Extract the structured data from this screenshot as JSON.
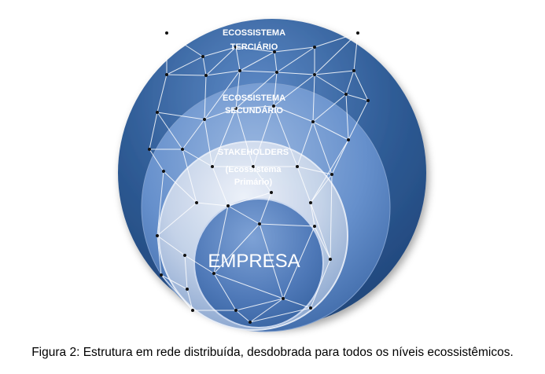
{
  "diagram": {
    "tertiary_line1": "ECOSSISTEMA",
    "tertiary_line2": "TERCIÁRIO",
    "secondary_line1": "ECOSSISTEMA",
    "secondary_line2": "SECUNDÁRIO",
    "stakeholders_line1": "STAKEHOLDERS",
    "stakeholders_line2": "(Ecossistema",
    "stakeholders_line3": "Primário)",
    "core": "EMPRESA"
  },
  "caption": "Figura 2: Estrutura em rede distribuída, desdobrada para todos os níveis ecossistêmicos.",
  "colors": {
    "outer": "#2f5c96",
    "secondary": "#5b84c0",
    "primary": "#c7d4e8",
    "core": "#4f79b8"
  }
}
